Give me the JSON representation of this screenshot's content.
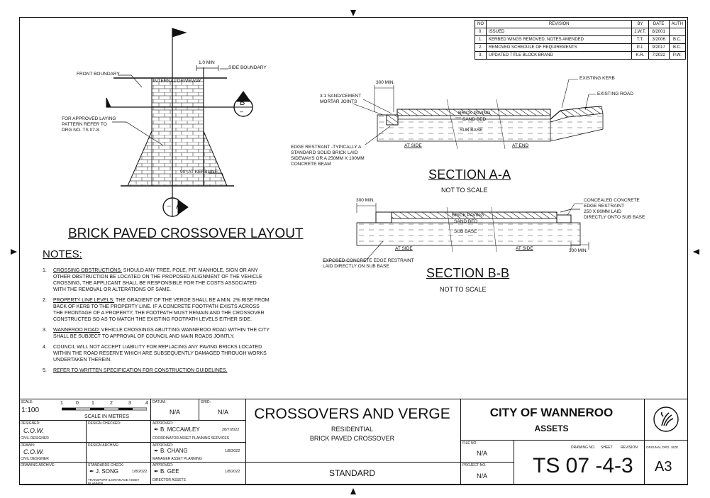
{
  "revisions": {
    "headers": [
      "No",
      "REVISION",
      "BY",
      "DATE",
      "AUTH"
    ],
    "rows": [
      [
        "0.",
        "ISSUED",
        "J.W.T.",
        "8/2001",
        ""
      ],
      [
        "1.",
        "KERBED WINGS REMOVED, NOTES AMENDED",
        "T.T.",
        "3/2006",
        "B.C."
      ],
      [
        "2.",
        "REMOVED SCHEDULE OF REQUIREMENTS",
        "P.J.",
        "9/2017",
        "B.C."
      ],
      [
        "3.",
        "UPDATED TITLE BLOCK BRAND",
        "K.R.",
        "7/2022",
        "P.W."
      ]
    ]
  },
  "layout": {
    "title": "BRICK PAVED CROSSOVER LAYOUT",
    "front_boundary": "FRONT BOUNDARY",
    "min_dim": "1.0 MIN",
    "side_boundary": "SIDE BOUNDARY",
    "internal_driveway": "INTERNAL DRIVEWAY",
    "laying_pattern": [
      "FOR APPROVED LAYING",
      "PATTERN REFER TO",
      "DRG No. TS 07-8"
    ],
    "kerbline": "90° AT KERBLINE",
    "marker_b": "B",
    "marker_b_sub": "–",
    "marker_a": "A",
    "marker_a_sub": "–"
  },
  "section_a": {
    "title": "SECTION A-A",
    "scale": "NOT TO SCALE",
    "dim": "300 MIN.",
    "mortar": [
      "3:1 SAND/CEMENT",
      "MORTAR JOINTS"
    ],
    "existing_kerb": "EXISTING KERB",
    "existing_road": "EXISTING ROAD",
    "brick_paving": "BRICK PAVING",
    "sand_bed": "SAND BED",
    "sub_base": "SUB BASE",
    "edge_restraint": [
      "EDGE RESTRANT -TYPICALLY A",
      "STANDARD SOLID BRICK LAID",
      "SIDEWAYS OR A 250mm x 100mm",
      "CONCRETE BEAM"
    ],
    "at_side": "AT SIDE",
    "at_end": "AT END"
  },
  "section_b": {
    "title": "SECTION B-B",
    "scale": "NOT TO SCALE",
    "dim_left": "300 MIN.",
    "dim_right": "300 MIN.",
    "concealed": [
      "CONCEALED CONCRETE",
      "EDGE RESTRAINT",
      "250 x 80mm LAID",
      "DIRECTLY ONTO SUB BASE"
    ],
    "brick_paving": "BRICK PAVING",
    "sand_bed": "SAND BED",
    "sub_base": "SUB BASE",
    "exposed": [
      "EXPOSED CONCRETE EDGE RESTRAINT",
      "LAID DIRECTLY ON SUB BASE"
    ],
    "at_side_left": "AT SIDE",
    "at_side_right": "AT SIDE"
  },
  "notes": {
    "title": "NOTES:",
    "items": [
      {
        "n": "1.",
        "head": "CROSSING OBSTRUCTIONS:",
        "text": " SHOULD ANY TREE, POLE, PIT, MANHOLE, SIGN OR ANY OTHER OBSTRUCTION BE LOCATED ON THE PROPOSED ALIGNMENT OF THE VEHICLE CROSSING, THE APPLICANT SHALL BE RESPONSIBLE FOR THE COSTS ASSOCIATED WITH THE REMOVAL OR ALTERATIONS OF SAME."
      },
      {
        "n": "2.",
        "head": "PROPERTY LINE LEVELS:",
        "text": " THE GRADIENT OF THE VERGE SHALL BE A MIN. 2% RISE FROM BACK OF KERB TO THE PROPERTY LINE. IF A CONCRETE FOOTPATH EXISTS ACROSS THE FRONTAGE OF A PROPERTY, THE FOOTPATH MUST REMAIN AND THE CROSSOVER CONSTRUCTED SO AS TO MATCH THE EXISTING FOOTPATH LEVELS EITHER SIDE."
      },
      {
        "n": "3.",
        "head": "WANNEROO ROAD:",
        "text": " VEHICLE CROSSINGS ABUTTING WANNEROO ROAD WITHIN THE CITY SHALL BE SUBJECT TO APPROVAL OF COUNCIL AND MAIN ROADS JOINTLY."
      },
      {
        "n": "4.",
        "head": "",
        "text": "COUNCIL WILL NOT ACCEPT LIABILITY FOR REPLACING ANY PAVING BRICKS LOCATED WITHIN THE ROAD RESERVE WHICH ARE SUBSEQUENTLY DAMAGED THROUGH WORKS UNDERTAKEN THEREIN."
      },
      {
        "n": "5.",
        "head": "REFER TO WRITTEN SPECIFICATION FOR CONSTRUCTION GUIDELINES.",
        "text": ""
      }
    ]
  },
  "title_block": {
    "scale_label": "SCALE:",
    "scale": "1:100",
    "scale_ticks": [
      "1",
      "0",
      "1",
      "2",
      "3",
      "4"
    ],
    "scale_units": "SCALE IN METRES",
    "datum_label": "DATUM:",
    "datum": "N/A",
    "grid_label": "GRID:",
    "grid": "N/A",
    "designed_label": "DESIGNED:",
    "designed": "C.O.W.",
    "designed_role": "CIVIL DESIGNER",
    "design_checked_label": "DESIGN CHECKED:",
    "drawn_label": "DRAWN:",
    "drawn": "C.O.W.",
    "drawn_role": "CIVIL DESIGNER",
    "design_archive_label": "DESIGN ARCHIVE:",
    "drawing_archive_label": "DRAWING ARCHIVE:",
    "standards_check_label": "STANDARDS CHECK:",
    "standards_check": "J. SONG",
    "standards_check_date": "1/8/2022",
    "standards_check_role": "TRANSPORT & DRAINAGE ASSET PLANNER",
    "approved1_label": "APPROVED:",
    "approved1": "B. McCAWLEY",
    "approved1_date": "28/7/2022",
    "approved1_role": "COORDINATOR ASSET PLANNING SERVICES",
    "approved2_label": "APPROVED:",
    "approved2": "B. CHANG",
    "approved2_date": "1/8/2022",
    "approved2_role": "MANAGER ASSET PLANNING",
    "approved3_label": "APPROVED:",
    "approved3": "B. GEE",
    "approved3_date": "1/8/2022",
    "approved3_role": "DIRECTOR ASSETS",
    "main_title": "CROSSOVERS AND VERGE",
    "sub1": "RESIDENTIAL",
    "sub2": "BRICK PAVED CROSSOVER",
    "standard": "STANDARD",
    "org": "CITY OF WANNEROO",
    "org_dept": "ASSETS",
    "file_label": "FILE No.",
    "file": "N/A",
    "project_label": "PROJECT No.",
    "project": "N/A",
    "drawing_no_label": "DRAWING No.",
    "sheet_label": "SHEET",
    "revision_label": "REVISION",
    "drawing_no": "TS 07 -4-3",
    "size_label": "ORIGINAL DRG. SIZE",
    "size": "A3"
  }
}
